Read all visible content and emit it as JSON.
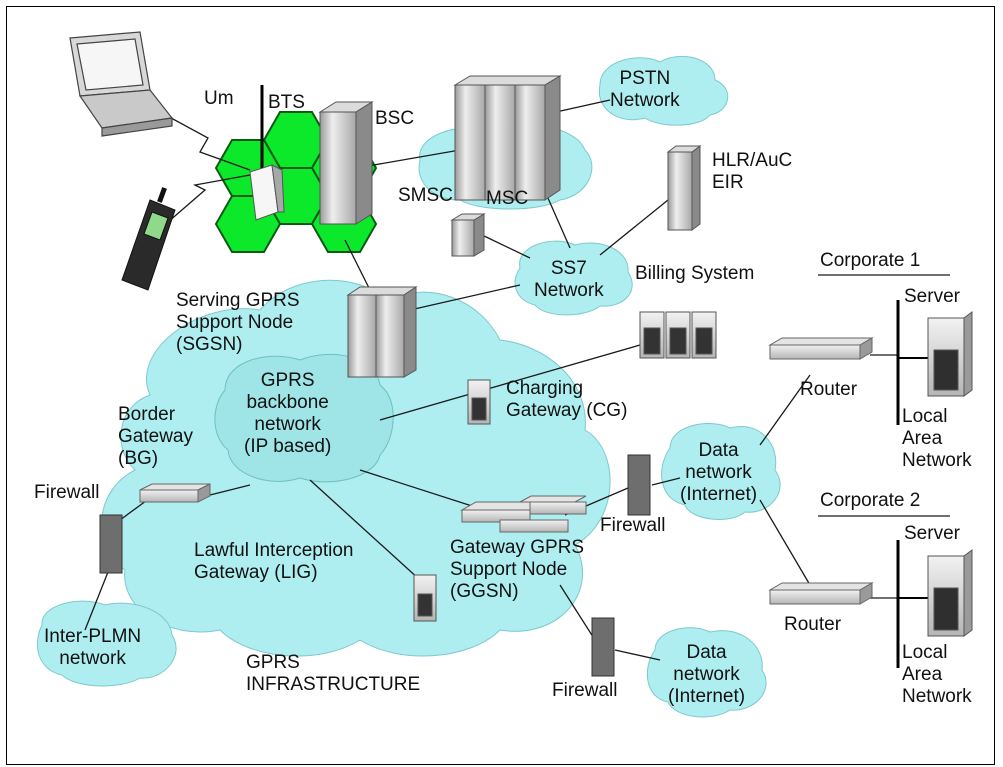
{
  "colors": {
    "cloud": "#aeeef0",
    "hex_cell": "#0ce82a",
    "device_gray": "#c8c8c8",
    "firewall": "#6e6e6e",
    "line": "#1a1a1a"
  },
  "nodes": {
    "um": "Um",
    "bts": "BTS",
    "bsc": "BSC",
    "pstn": [
      "PSTN",
      "Network"
    ],
    "hlr": [
      "HLR/AuC",
      "EIR"
    ],
    "smsc": "SMSC",
    "msc": "MSC",
    "ss7": [
      "SS7",
      "Network"
    ],
    "billing": "Billing System",
    "sgsn": [
      "Serving GPRS",
      "Support Node",
      "(SGSN)"
    ],
    "backbone": [
      "GPRS",
      "backbone",
      "network",
      "(IP based)"
    ],
    "cg": [
      "Charging",
      "Gateway (CG)"
    ],
    "bg": [
      "Border",
      "Gateway",
      "(BG)"
    ],
    "firewall_left": "Firewall",
    "inter_plmn": [
      "Inter-PLMN",
      "network"
    ],
    "lig": [
      "Lawful Interception",
      "Gateway (LIG)"
    ],
    "ggsn": [
      "Gateway GPRS",
      "Support Node",
      "(GGSN)"
    ],
    "firewall_mid": "Firewall",
    "firewall_bottom": "Firewall",
    "data_net_1": [
      "Data",
      "network",
      "(Internet)"
    ],
    "data_net_2": [
      "Data",
      "network",
      "(Internet)"
    ],
    "infra": [
      "GPRS",
      "INFRASTRUCTURE"
    ],
    "corp1": "Corporate 1",
    "server1": "Server",
    "router1": "Router",
    "lan1": [
      "Local",
      "Area",
      "Network"
    ],
    "corp2": "Corporate 2",
    "server2": "Server",
    "router2": "Router",
    "lan2": [
      "Local",
      "Area",
      "Network"
    ]
  }
}
